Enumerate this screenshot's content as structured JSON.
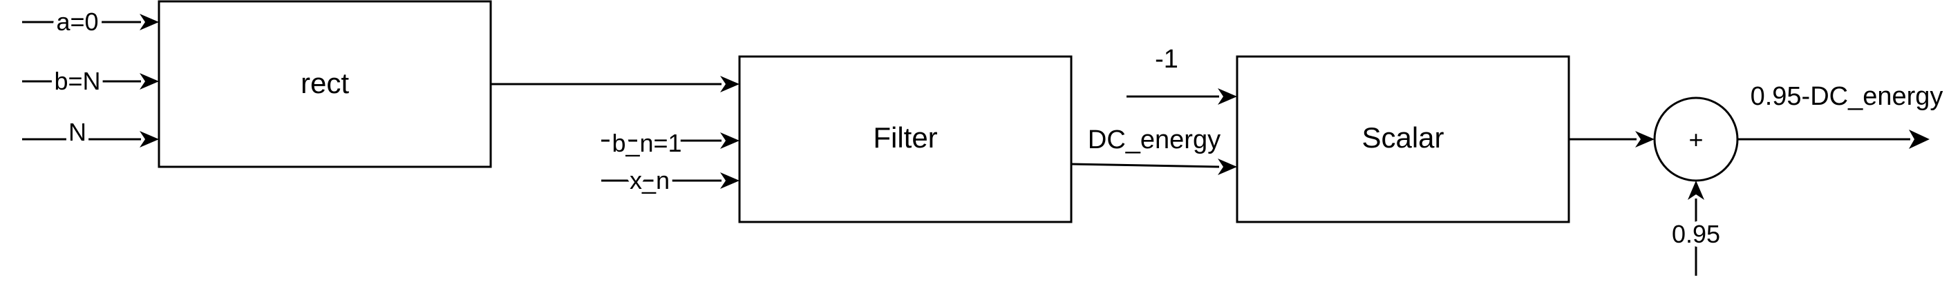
{
  "colors": {
    "stroke": "#000000",
    "background": "#ffffff"
  },
  "blocks": {
    "rect": "rect",
    "filter": "Filter",
    "scalar": "Scalar",
    "sum": "+"
  },
  "signals": {
    "a": "a=0",
    "b": "b=N",
    "n": "N",
    "b_n": "b_n=1",
    "x_n": "x_n",
    "dc_energy": "DC_energy",
    "gain": "-1",
    "offset": "0.95",
    "output": "0.95-DC_energy"
  }
}
